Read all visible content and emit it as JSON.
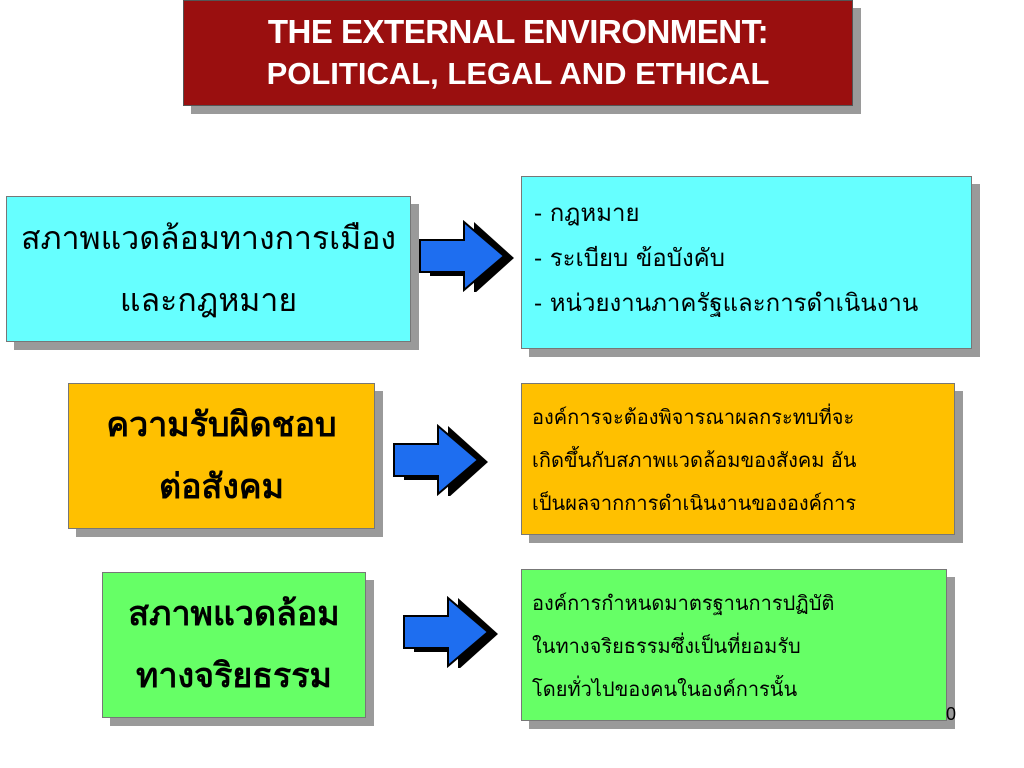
{
  "title": {
    "line1": "THE EXTERNAL ENVIRONMENT:",
    "line2": "POLITICAL, LEGAL AND ETHICAL"
  },
  "rows": [
    {
      "category_lines": [
        "สภาพแวดล้อมทางการเมือง",
        "และกฎหมาย"
      ],
      "description_lines": [
        "-  กฎหมาย",
        "-  ระเบียบ   ข้อบังคับ",
        "-  หน่วยงานภาครัฐและการดำเนินงาน"
      ]
    },
    {
      "category_lines": [
        "ความรับผิดชอบ",
        "ต่อสังคม"
      ],
      "description_lines": [
        "องค์การจะต้องพิจารณาผลกระทบที่จะ",
        "เกิดขึ้นกับสภาพแวดล้อมของสังคม อัน",
        "เป็นผลจากการดำเนินงานขององค์การ"
      ]
    },
    {
      "category_lines": [
        "สภาพแวดล้อม",
        "ทางจริยธรรม"
      ],
      "description_lines": [
        "องค์การกำหนดมาตรฐานการปฏิบัติ",
        "ในทางจริยธรรมซึ่งเป็นที่ยอมรับ",
        "โดยทั่วไปของคนในองค์การนั้น"
      ]
    }
  ],
  "page_number": "0",
  "colors": {
    "title_bg": "#9a0f0f",
    "row1_bg": "#66ffff",
    "row2_bg": "#ffc000",
    "row3_bg": "#66ff66",
    "arrow_fill": "#1e6ef0"
  },
  "icons": [
    "arrow-right-icon"
  ]
}
